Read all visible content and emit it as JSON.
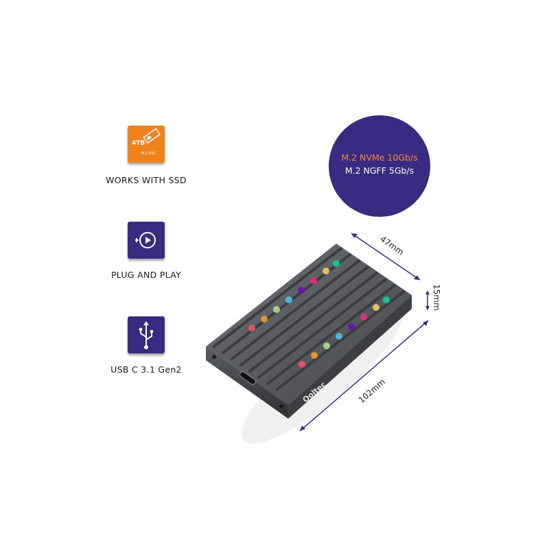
{
  "features": [
    {
      "label": "WORKS WITH SSD",
      "icon": "ssd-card-icon",
      "color": "#f0821e",
      "badge_text": "4TB",
      "badge_subtext": "M.2 SSD"
    },
    {
      "label": "PLUG AND PLAY",
      "icon": "plug-and-play-icon",
      "color": "#3b2a82"
    },
    {
      "label": "USB C 3.1 Gen2",
      "icon": "usb-icon",
      "color": "#3b2a82"
    }
  ],
  "badge": {
    "line1": "M.2 NVMe 10Gb/s",
    "line2": "M.2 NGFF 5Gb/s",
    "line1_color": "#f58a3c",
    "bg_color": "#3b2a82"
  },
  "dimensions": {
    "width": "47mm",
    "height": "15mm",
    "length": "102mm"
  },
  "device": {
    "brand": "Qoltec"
  }
}
